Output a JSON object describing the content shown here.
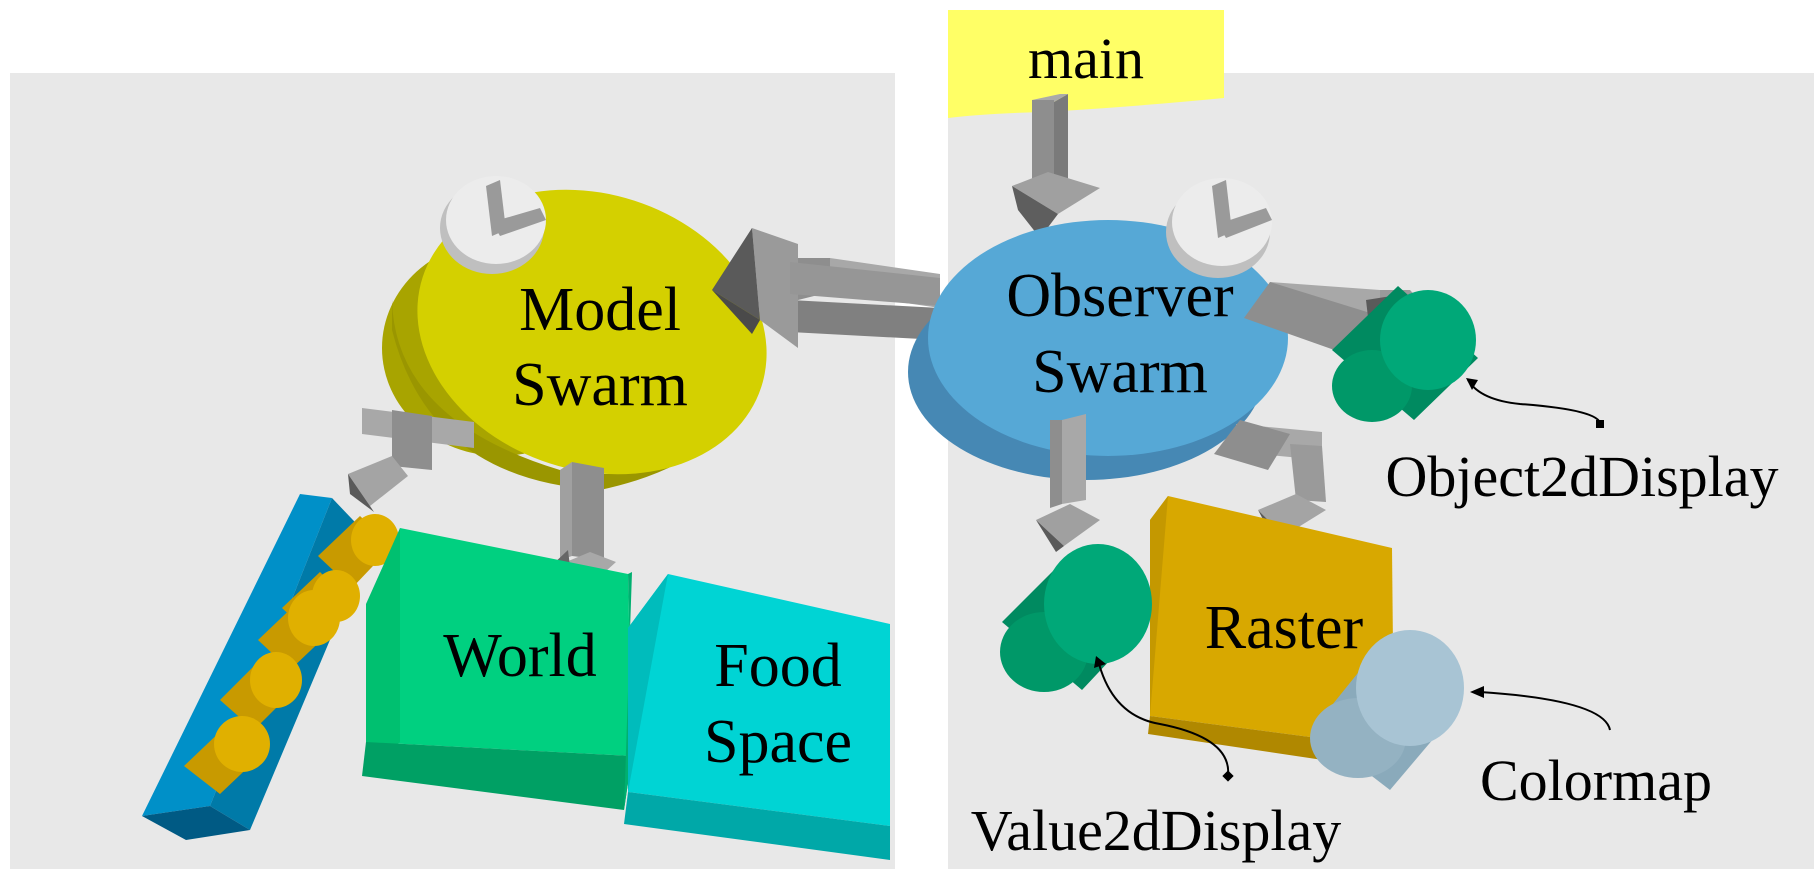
{
  "main_label": "main",
  "model_swarm": {
    "line1": "Model",
    "line2": "Swarm"
  },
  "observer_swarm": {
    "line1": "Observer",
    "line2": "Swarm"
  },
  "world_label": "World",
  "food_space": {
    "line1": "Food",
    "line2": "Space"
  },
  "raster_label": "Raster",
  "object2d_label": "Object2dDisplay",
  "value2d_label": "Value2dDisplay",
  "colormap_label": "Colormap",
  "colors": {
    "panel_bg": "#e8e8e8",
    "main_tag": "#ffff66",
    "model_swarm": "#d4d000",
    "observer_swarm": "#56a8d6",
    "world": "#00d080",
    "food_space": "#00d4d4",
    "raster": "#d8a800",
    "display_cylinder": "#00a878",
    "colormap_cylinder": "#a8c4d4",
    "agent_list": "#0090c8",
    "agent_cylinder": "#e0b000",
    "arrow": "#909090"
  }
}
